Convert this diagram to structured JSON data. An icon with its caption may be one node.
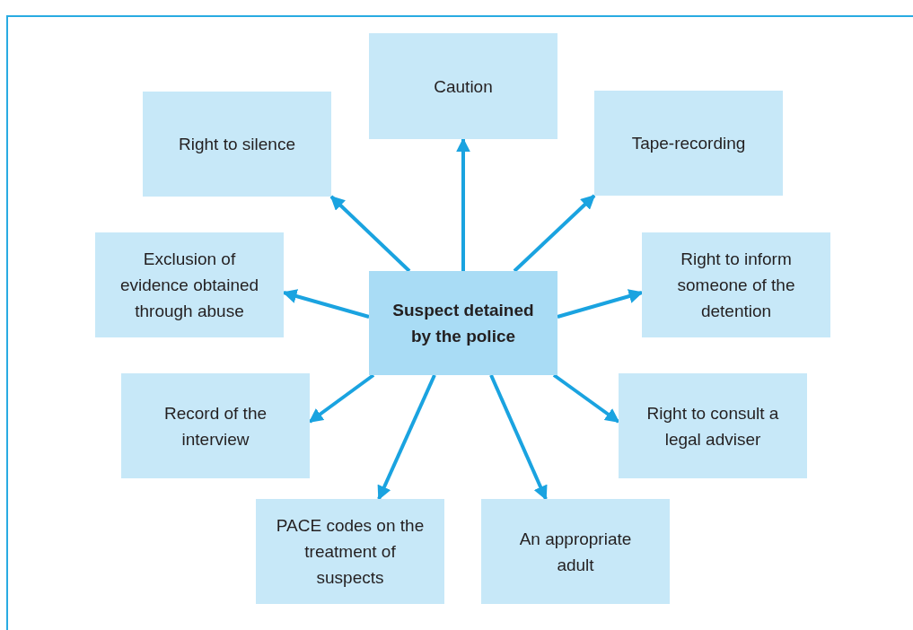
{
  "diagram": {
    "nodes": [
      {
        "text": [
          "Suspect detained by the police"
        ]
      },
      {
        "text": [
          "Caution"
        ]
      },
      {
        "text": [
          "Right to silence"
        ]
      },
      {
        "text": [
          "Tape-recording"
        ]
      },
      {
        "text": [
          "Exclusion of evidence obtained through abuse"
        ]
      },
      {
        "text": [
          "Right to inform someone of the detention"
        ]
      },
      {
        "text": [
          "Record of the interview"
        ]
      },
      {
        "text": [
          "Right to consult a legal adviser"
        ]
      },
      {
        "text": [
          "PACE codes on the treatment of suspects"
        ]
      },
      {
        "text": [
          "An appropriate adult"
        ]
      }
    ],
    "edges": [
      {
        "from": 0,
        "to": 1,
        "arrow": "to"
      },
      {
        "from": 0,
        "to": 2,
        "arrow": "to"
      },
      {
        "from": 0,
        "to": 3,
        "arrow": "to"
      },
      {
        "from": 0,
        "to": 4,
        "arrow": "to"
      },
      {
        "from": 0,
        "to": 5,
        "arrow": "to"
      },
      {
        "from": 0,
        "to": 6,
        "arrow": "to"
      },
      {
        "from": 0,
        "to": 7,
        "arrow": "to"
      },
      {
        "from": 0,
        "to": 8,
        "arrow": "to"
      },
      {
        "from": 0,
        "to": 9,
        "arrow": "to"
      }
    ]
  }
}
